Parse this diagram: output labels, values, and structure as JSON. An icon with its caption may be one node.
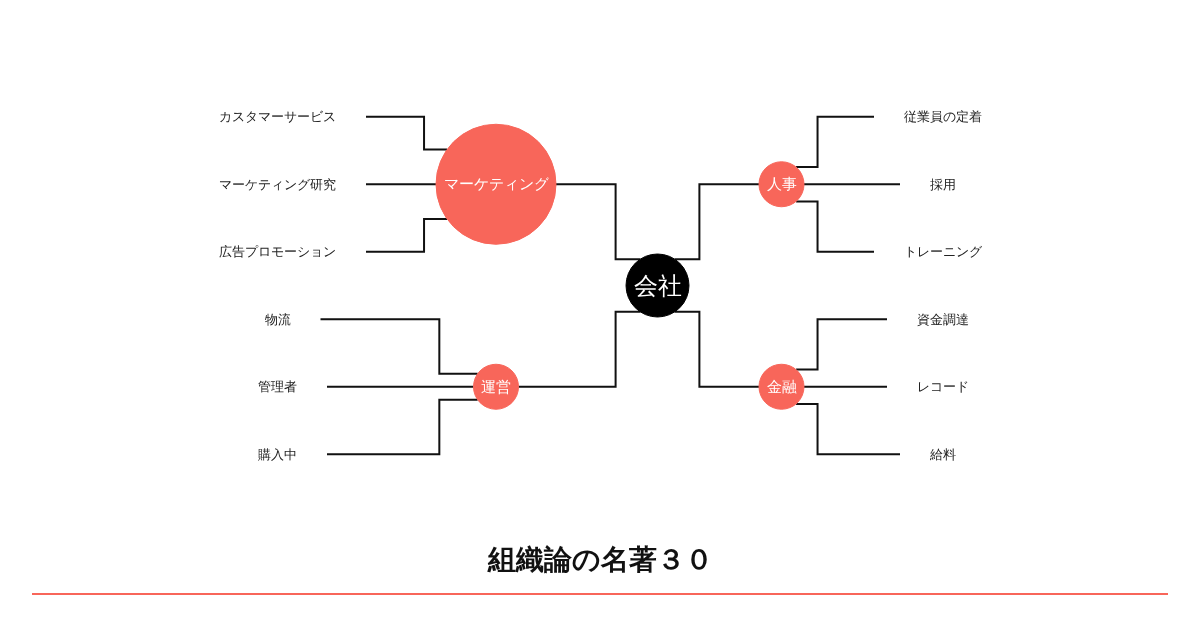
{
  "diagram": {
    "title": "組織論の名著３０",
    "nodes": [
      {
        "text": [
          "カスタマーサービス"
        ]
      },
      {
        "text": [
          "マーケティング研究"
        ]
      },
      {
        "text": [
          "広告プロモーション"
        ]
      },
      {
        "text": [
          "マーケティング"
        ]
      },
      {
        "text": [
          "物流"
        ]
      },
      {
        "text": [
          "管理者"
        ]
      },
      {
        "text": [
          "購入中"
        ]
      },
      {
        "text": [
          "運営"
        ]
      },
      {
        "text": [
          "会社"
        ]
      },
      {
        "text": [
          "人事"
        ]
      },
      {
        "text": [
          "従業員の定着"
        ]
      },
      {
        "text": [
          "採用"
        ]
      },
      {
        "text": [
          "トレーニング"
        ]
      },
      {
        "text": [
          "金融"
        ]
      },
      {
        "text": [
          "資金調達"
        ]
      },
      {
        "text": [
          "レコード"
        ]
      },
      {
        "text": [
          "給料"
        ]
      }
    ],
    "edges": [
      {
        "from": 0,
        "to": 3,
        "arrow": "none"
      },
      {
        "from": 1,
        "to": 3,
        "arrow": "none"
      },
      {
        "from": 2,
        "to": 3,
        "arrow": "none"
      },
      {
        "from": 4,
        "to": 7,
        "arrow": "none"
      },
      {
        "from": 5,
        "to": 7,
        "arrow": "none"
      },
      {
        "from": 6,
        "to": 7,
        "arrow": "none"
      },
      {
        "from": 3,
        "to": 8,
        "arrow": "none"
      },
      {
        "from": 7,
        "to": 8,
        "arrow": "none"
      },
      {
        "from": 8,
        "to": 9,
        "arrow": "none"
      },
      {
        "from": 8,
        "to": 13,
        "arrow": "none"
      },
      {
        "from": 9,
        "to": 10,
        "arrow": "none"
      },
      {
        "from": 9,
        "to": 11,
        "arrow": "none"
      },
      {
        "from": 9,
        "to": 12,
        "arrow": "none"
      },
      {
        "from": 13,
        "to": 14,
        "arrow": "none"
      },
      {
        "from": 13,
        "to": 15,
        "arrow": "none"
      },
      {
        "from": 13,
        "to": 16,
        "arrow": "none"
      }
    ]
  }
}
